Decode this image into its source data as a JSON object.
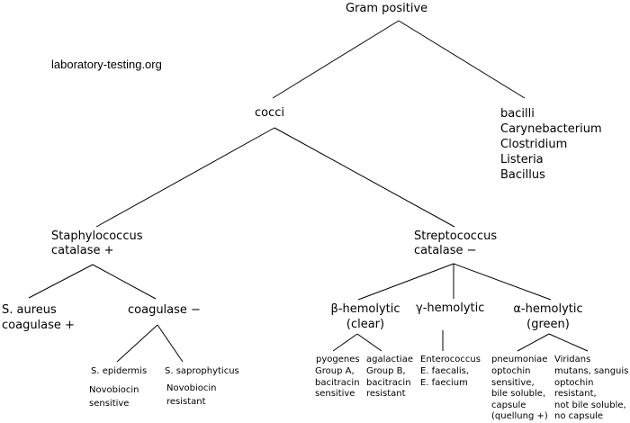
{
  "watermark": "laboratory-testing.org",
  "colors": {
    "text": "#000000",
    "line": "#000000",
    "background": "#ffffff"
  },
  "tree": {
    "root": {
      "label": "Gram positive"
    },
    "cocci": {
      "label": "cocci"
    },
    "bacilli": {
      "lines": [
        "bacilli",
        "Carynebacterium",
        "Clostridium",
        "Listeria",
        "Bacillus"
      ]
    },
    "staphylococcus": {
      "lines": [
        "Staphylococcus",
        "catalase +"
      ]
    },
    "streptococcus": {
      "lines": [
        "Streptococcus",
        "catalase −"
      ]
    },
    "s_aureus": {
      "lines": [
        "S. aureus",
        "coagulase +"
      ]
    },
    "coagulase_negative": {
      "label": "coagulase −"
    },
    "s_epidermis": {
      "name": "S. epidermis",
      "details": [
        "Novobiocin",
        "sensitive"
      ]
    },
    "s_saprophyticus": {
      "name": "S. saprophyticus",
      "details": [
        "Novobiocin",
        "resistant"
      ]
    },
    "beta_hemolytic": {
      "lines": [
        "β-hemolytic",
        "(clear)"
      ]
    },
    "gamma_hemolytic": {
      "label": "γ-hemolytic"
    },
    "alpha_hemolytic": {
      "lines": [
        "α-hemolytic",
        "(green)"
      ]
    },
    "pyogenes": {
      "name": "pyogenes",
      "details": [
        "Group A,",
        "bacitracin",
        "sensitive"
      ]
    },
    "agalactiae": {
      "name": "agalactiae",
      "details": [
        "Group B,",
        "bacitracin",
        "resistant"
      ]
    },
    "enterococcus": {
      "name": "Enterococcus",
      "details": [
        "E. faecalis,",
        "E. faecium"
      ]
    },
    "pneumoniae": {
      "name": "pneumoniae",
      "details": [
        "optochin",
        "sensitive,",
        "bile soluble,",
        "capsule",
        "(quellung +)"
      ]
    },
    "viridans": {
      "name": "Viridans",
      "details": [
        "mutans, sanguis",
        "optochin",
        "resistant,",
        "not bile soluble,",
        "no capsule"
      ]
    }
  }
}
